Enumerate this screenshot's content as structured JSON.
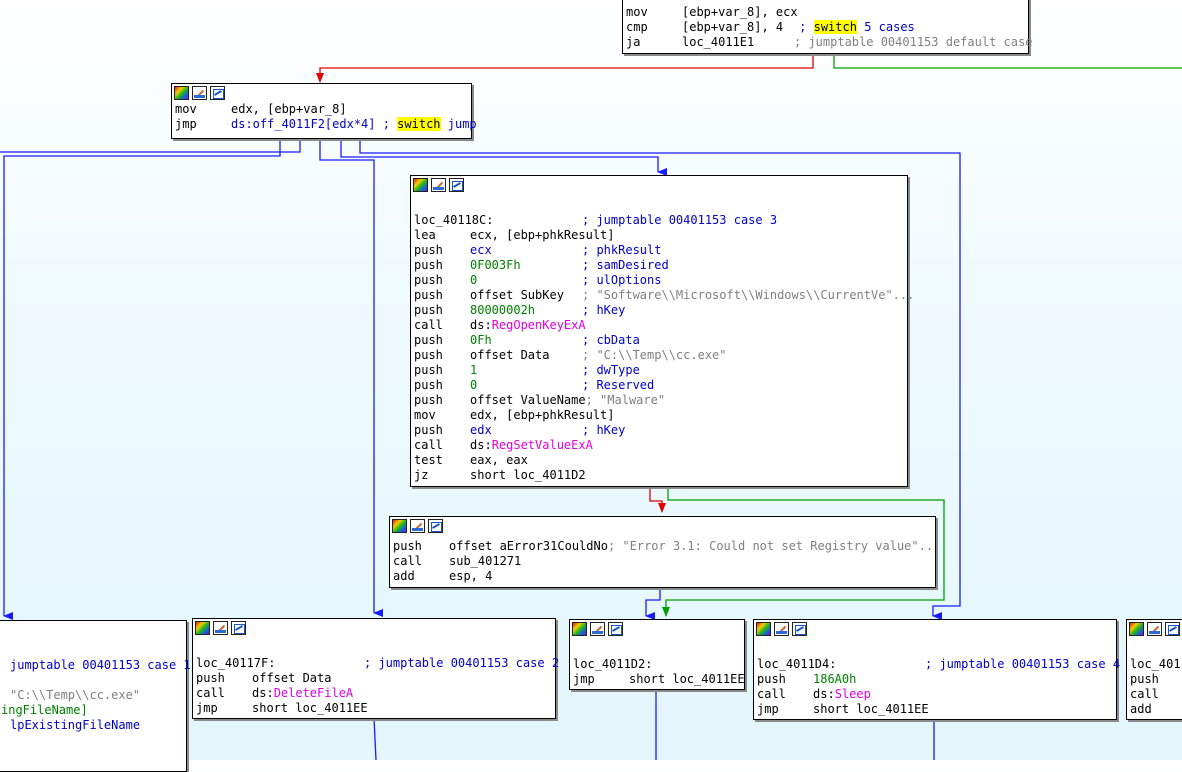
{
  "nodes": {
    "n0": {
      "lines": [
        {
          "mn": "mov",
          "op": "[ebp+var_8], ecx"
        },
        {
          "mn": "cmp",
          "op": "[ebp+var_8], 4",
          "cmt": "; ",
          "hl": "switch",
          "cmt2": " 5 cases"
        },
        {
          "mn": "ja",
          "op": "loc_4011E1",
          "gcmt": "; jumptable 00401153 default case"
        }
      ]
    },
    "n1": {
      "lines": [
        {
          "mn": "mov",
          "op": "edx, [ebp+var_8]"
        },
        {
          "mn": "jmp",
          "op": "ds:off_4011F2[edx*4] ; ",
          "hl": "switch",
          "tail": " jump"
        }
      ]
    },
    "n2": {
      "label": "loc_40118C:",
      "label_cmt": "; jumptable 00401153 case 3",
      "lines": [
        {
          "mn": "lea",
          "op": "ecx, [ebp+phkResult]"
        },
        {
          "mn": "push",
          "op": "ecx",
          "cmt": "; phkResult"
        },
        {
          "mn": "push",
          "op": "0F003Fh",
          "cmt": "; samDesired"
        },
        {
          "mn": "push",
          "op": "0",
          "cmt": "; ulOptions"
        },
        {
          "mn": "push",
          "op": "offset SubKey",
          "cmt": "; ",
          "str": "\"Software\\\\Microsoft\\\\Windows\\\\CurrentVe\"..."
        },
        {
          "mn": "push",
          "op": "80000002h",
          "cmt": "; hKey"
        },
        {
          "mn": "call",
          "op": "ds:",
          "api": "RegOpenKeyExA"
        },
        {
          "mn": "push",
          "op": "0Fh",
          "cmt": "; cbData"
        },
        {
          "mn": "push",
          "op": "offset Data",
          "cmt": "; ",
          "str": "\"C:\\\\Temp\\\\cc.exe\""
        },
        {
          "mn": "push",
          "op": "1",
          "cmt": "; dwType"
        },
        {
          "mn": "push",
          "op": "0",
          "cmt": "; Reserved"
        },
        {
          "mn": "push",
          "op": "offset ValueName",
          "cmt": "; ",
          "str": "\"Malware\""
        },
        {
          "mn": "mov",
          "op": "edx, [ebp+phkResult]"
        },
        {
          "mn": "push",
          "op": "edx",
          "cmt": "; hKey"
        },
        {
          "mn": "call",
          "op": "ds:",
          "api": "RegSetValueExA"
        },
        {
          "mn": "test",
          "op": "eax, eax"
        },
        {
          "mn": "jz",
          "op": "short loc_4011D2"
        }
      ]
    },
    "n3": {
      "lines": [
        {
          "mn": "push",
          "op": "offset aError31CouldNo",
          "cmt": "; ",
          "str": "\"Error 3.1: Could not set Registry value\"..."
        },
        {
          "mn": "call",
          "op": "sub_401271"
        },
        {
          "mn": "add",
          "op": "esp, 4"
        }
      ]
    },
    "n4": {
      "lines": [
        {
          "text": "jumptable 00401153 case 1"
        },
        {
          "text": ""
        },
        {
          "str": "\"C:\\\\Temp\\\\cc.exe\""
        },
        {
          "text": "ingFileName]"
        },
        {
          "text": "lpExistingFileName"
        }
      ]
    },
    "n5": {
      "label": "loc_40117F:",
      "label_cmt": "; jumptable 00401153 case 2",
      "lines": [
        {
          "mn": "push",
          "op": "offset Data"
        },
        {
          "mn": "call",
          "op": "ds:",
          "api": "DeleteFileA"
        },
        {
          "mn": "jmp",
          "op": "short loc_4011EE"
        }
      ]
    },
    "n6": {
      "label": "loc_4011D2:",
      "lines": [
        {
          "mn": "jmp",
          "op": "short loc_4011EE"
        }
      ]
    },
    "n7": {
      "label": "loc_4011D4:",
      "label_cmt": "; jumptable 00401153 case 4",
      "lines": [
        {
          "mn": "push",
          "op": "186A0h"
        },
        {
          "mn": "call",
          "op": "ds:",
          "api": "Sleep"
        },
        {
          "mn": "jmp",
          "op": "short loc_4011EE"
        }
      ]
    },
    "n8": {
      "label": "loc_4011",
      "lines": [
        {
          "mn": "push"
        },
        {
          "mn": "call"
        },
        {
          "mn": "add"
        }
      ]
    }
  },
  "colors": {
    "true_edge": "#00a000",
    "false_edge": "#e00000",
    "flow_edge": "#1a1aff"
  }
}
